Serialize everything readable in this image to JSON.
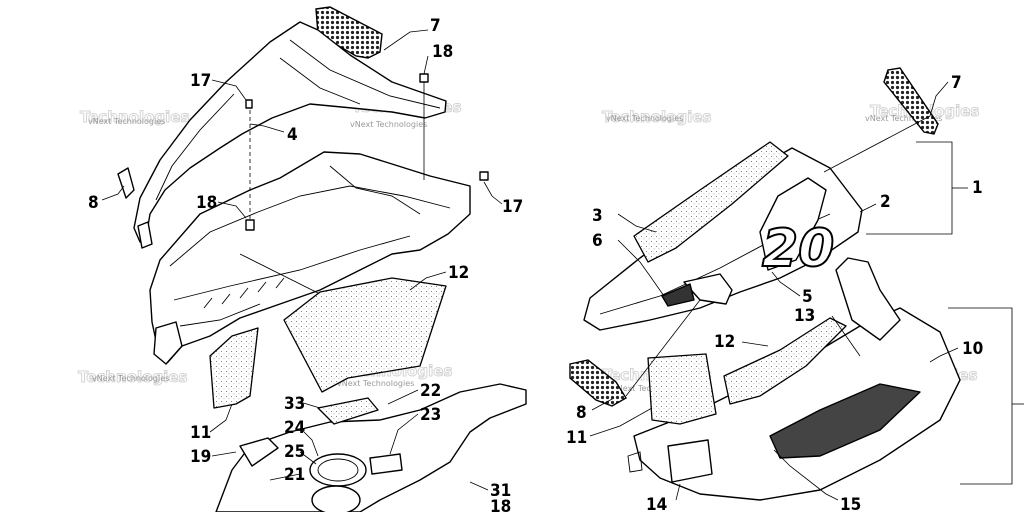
{
  "watermark": "vNext Technologies",
  "callouts_left": [
    "7",
    "18",
    "17",
    "4",
    "8",
    "18",
    "17",
    "12",
    "11",
    "33",
    "22",
    "24",
    "23",
    "25",
    "19",
    "21",
    "31",
    "18"
  ],
  "callouts_right": [
    "7",
    "1",
    "2",
    "3",
    "6",
    "20",
    "5",
    "13",
    "12",
    "10",
    "8",
    "11",
    "14",
    "15"
  ]
}
